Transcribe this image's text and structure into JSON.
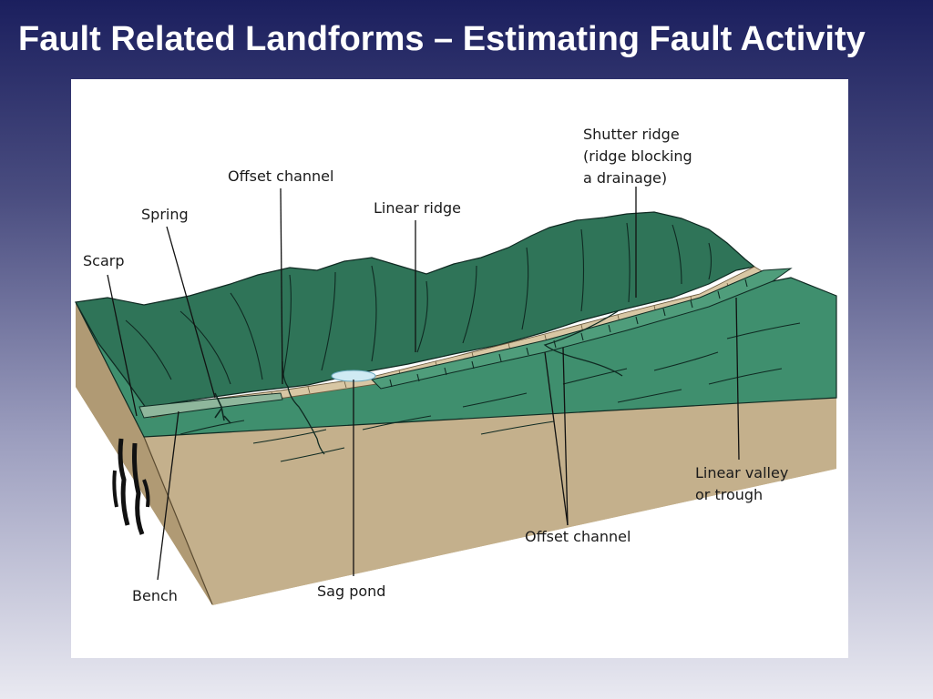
{
  "slide": {
    "title": "Fault Related Landforms – Estimating Fault Activity"
  },
  "diagram": {
    "labels": {
      "offset_channel_upper": "Offset channel",
      "spring": "Spring",
      "scarp": "Scarp",
      "linear_ridge": "Linear ridge",
      "shutter_ridge": [
        "Shutter ridge",
        "(ridge blocking",
        "a drainage)"
      ],
      "linear_valley": [
        "Linear valley",
        "or trough"
      ],
      "offset_channel_lower": "Offset channel",
      "sag_pond": "Sag pond",
      "bench": "Bench"
    },
    "colors": {
      "terrain_green": "#3f8f6e",
      "terrain_dark": "#2f7458",
      "block_tan": "#c4b08c",
      "block_tan_dark": "#b09a74",
      "fault_scarp": "#d8c7a4",
      "sag_pond_water": "#cfeaf3",
      "ink": "#0f2a22",
      "title_text": "#ffffff"
    }
  }
}
